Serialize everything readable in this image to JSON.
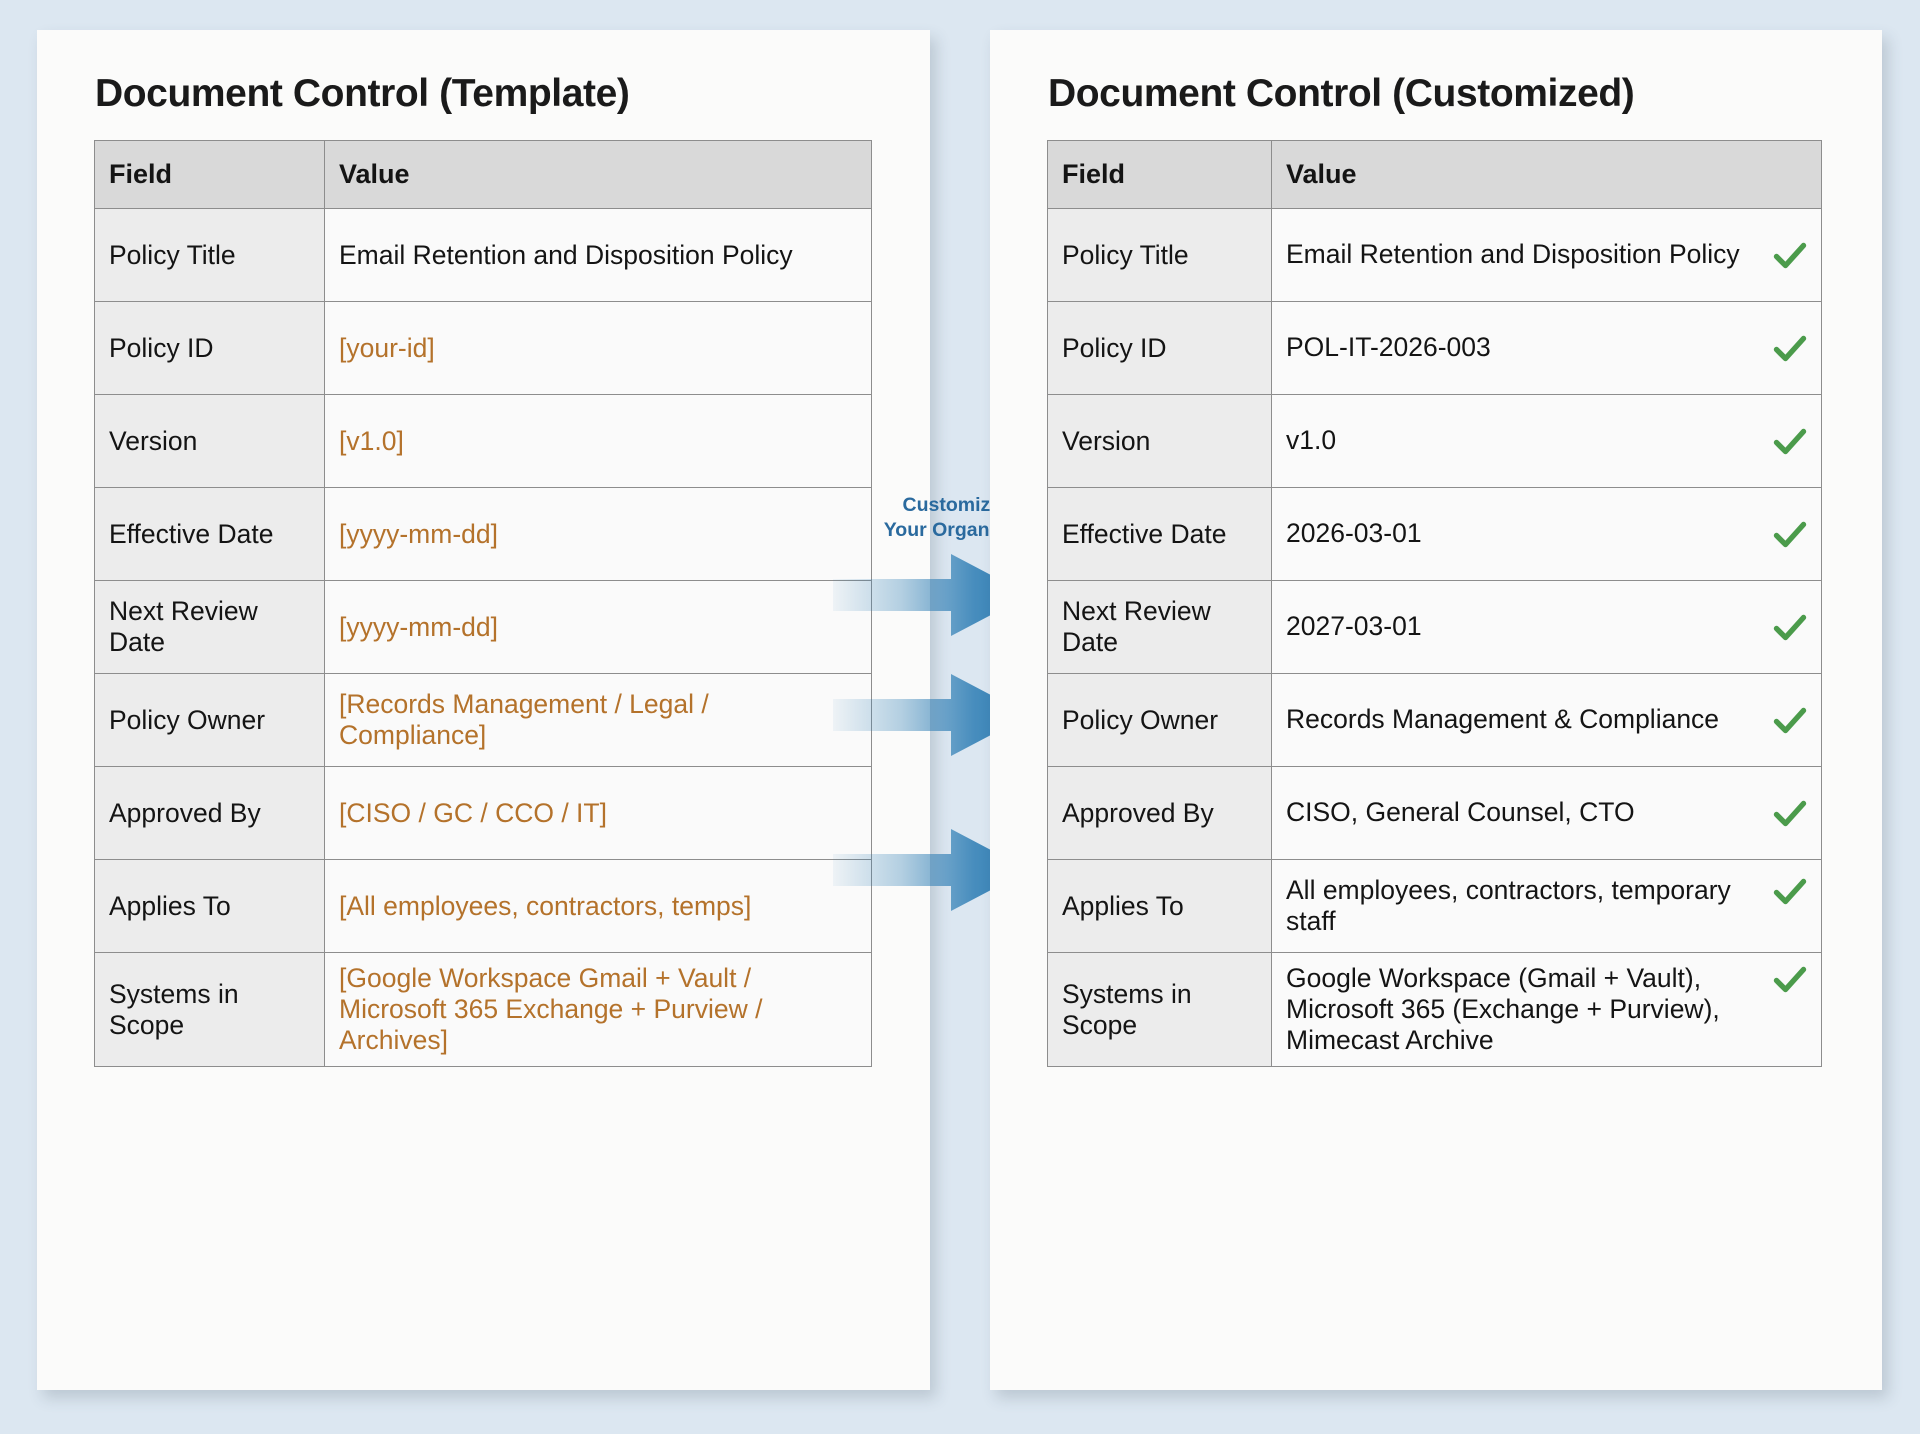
{
  "page": {
    "background_color": "#dce7f1",
    "placeholder_color": "#b4722b",
    "check_color": "#4b9b4b",
    "arrow_color": "#2d7db4",
    "label_color": "#2a6a9e"
  },
  "left_panel": {
    "title": "Document Control (Template)",
    "columns": [
      "Field",
      "Value"
    ],
    "rows": [
      {
        "field": "Policy Title",
        "value": "Email Retention and Disposition Policy",
        "is_placeholder": false
      },
      {
        "field": "Policy ID",
        "value": "[your-id]",
        "is_placeholder": true
      },
      {
        "field": "Version",
        "value": "[v1.0]",
        "is_placeholder": true
      },
      {
        "field": "Effective Date",
        "value": "[yyyy-mm-dd]",
        "is_placeholder": true
      },
      {
        "field": "Next Review Date",
        "value": "[yyyy-mm-dd]",
        "is_placeholder": true
      },
      {
        "field": "Policy Owner",
        "value": "[Records Management / Legal / Compliance]",
        "is_placeholder": true
      },
      {
        "field": "Approved By",
        "value": "[CISO / GC / CCO / IT]",
        "is_placeholder": true
      },
      {
        "field": "Applies To",
        "value": "[All employees, contractors, temps]",
        "is_placeholder": true
      },
      {
        "field": "Systems in Scope",
        "value": "[Google Workspace Gmail + Vault / Microsoft 365 Exchange + Purview / Archives]",
        "is_placeholder": true
      }
    ]
  },
  "center": {
    "label_line_1": "Customize for",
    "label_line_2": "Your Organization",
    "arrow_count": 3
  },
  "right_panel": {
    "title": "Document Control (Customized)",
    "columns": [
      "Field",
      "Value"
    ],
    "rows": [
      {
        "field": "Policy Title",
        "value": "Email Retention and Disposition Policy",
        "checked": true
      },
      {
        "field": "Policy ID",
        "value": "POL-IT-2026-003",
        "checked": true
      },
      {
        "field": "Version",
        "value": "v1.0",
        "checked": true
      },
      {
        "field": "Effective Date",
        "value": "2026-03-01",
        "checked": true
      },
      {
        "field": "Next Review Date",
        "value": "2027-03-01",
        "checked": true
      },
      {
        "field": "Policy Owner",
        "value": "Records Management & Compliance",
        "checked": true
      },
      {
        "field": "Approved By",
        "value": "CISO, General Counsel, CTO",
        "checked": true
      },
      {
        "field": "Applies To",
        "value": "All employees, contractors, temporary staff",
        "checked": true
      },
      {
        "field": "Systems in Scope",
        "value": "Google Workspace (Gmail + Vault), Microsoft 365 (Exchange + Purview), Mimecast Archive",
        "checked": true
      }
    ]
  }
}
